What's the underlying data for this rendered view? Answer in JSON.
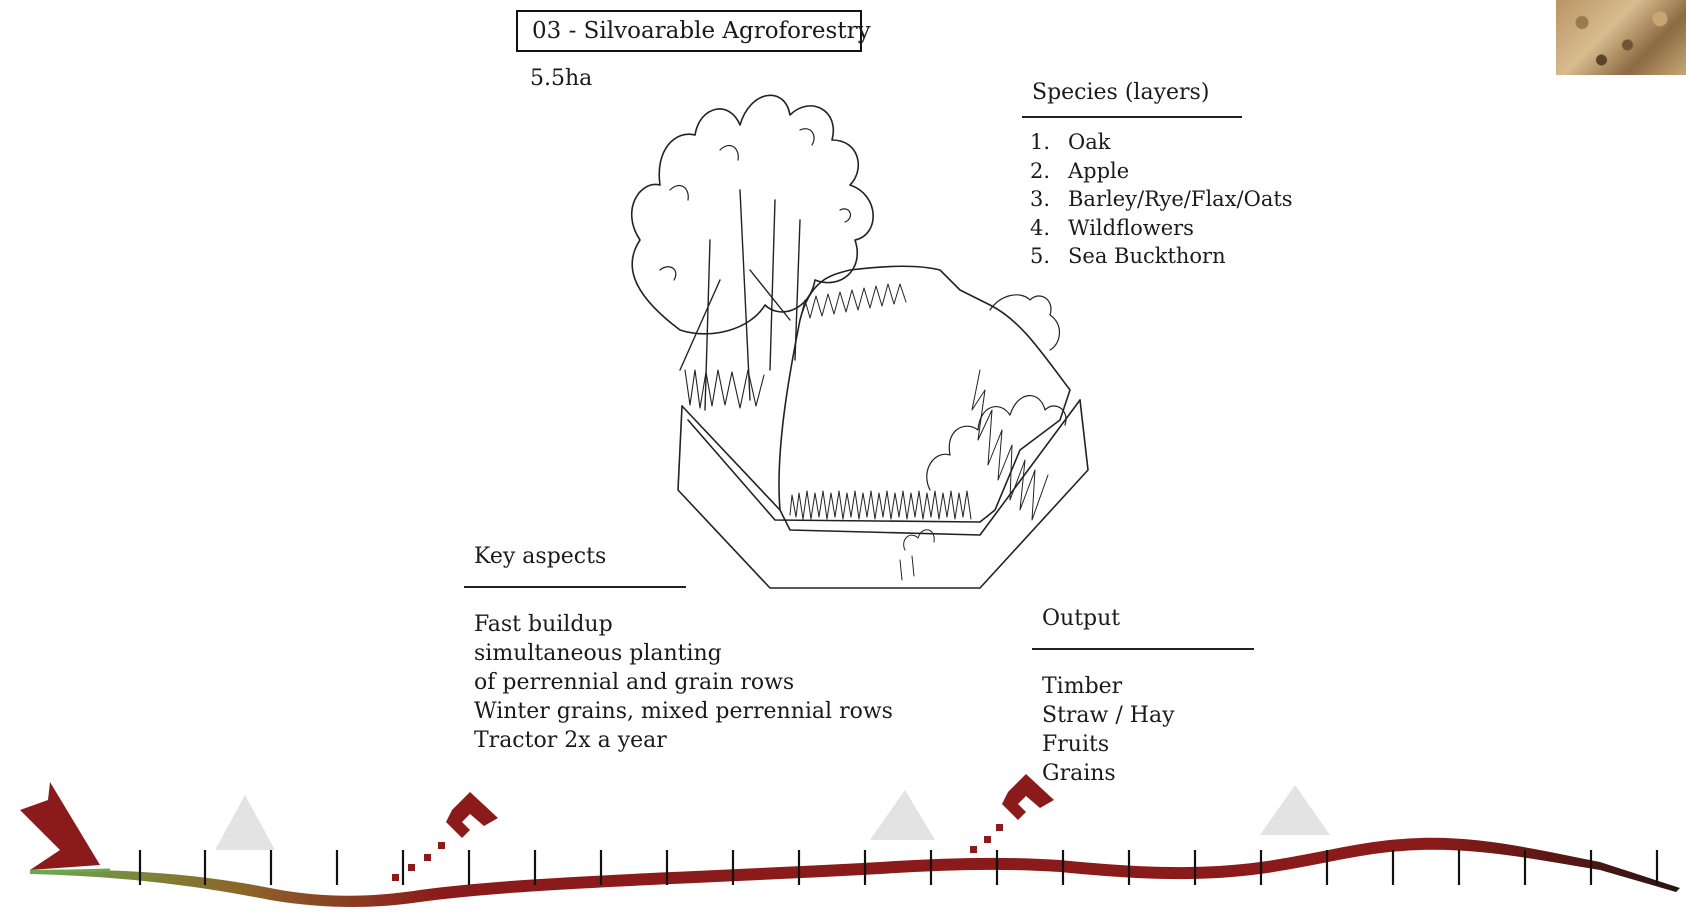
{
  "title": "03 - Silvoarable Agroforestry",
  "area": "5.5ha",
  "species": {
    "heading": "Species (layers)",
    "items": [
      {
        "num": "1.",
        "name": "Oak"
      },
      {
        "num": "2.",
        "name": "Apple"
      },
      {
        "num": "3.",
        "name": "Barley/Rye/Flax/Oats"
      },
      {
        "num": "4.",
        "name": "Wildflowers"
      },
      {
        "num": "5.",
        "name": "Sea Buckthorn"
      }
    ]
  },
  "key_aspects": {
    "heading": "Key aspects",
    "lines": [
      "Fast buildup",
      "simultaneous planting",
      "of perrennial and grain rows",
      "Winter grains, mixed perrennial rows",
      "Tractor 2x a year"
    ]
  },
  "output": {
    "heading": "Output",
    "items": [
      "Timber",
      "Straw / Hay",
      "Fruits",
      "Grains"
    ]
  },
  "timeline": {
    "colors": {
      "start": "#6aa84f",
      "mid": "#8b1a1a",
      "end": "#3a1a14"
    }
  }
}
